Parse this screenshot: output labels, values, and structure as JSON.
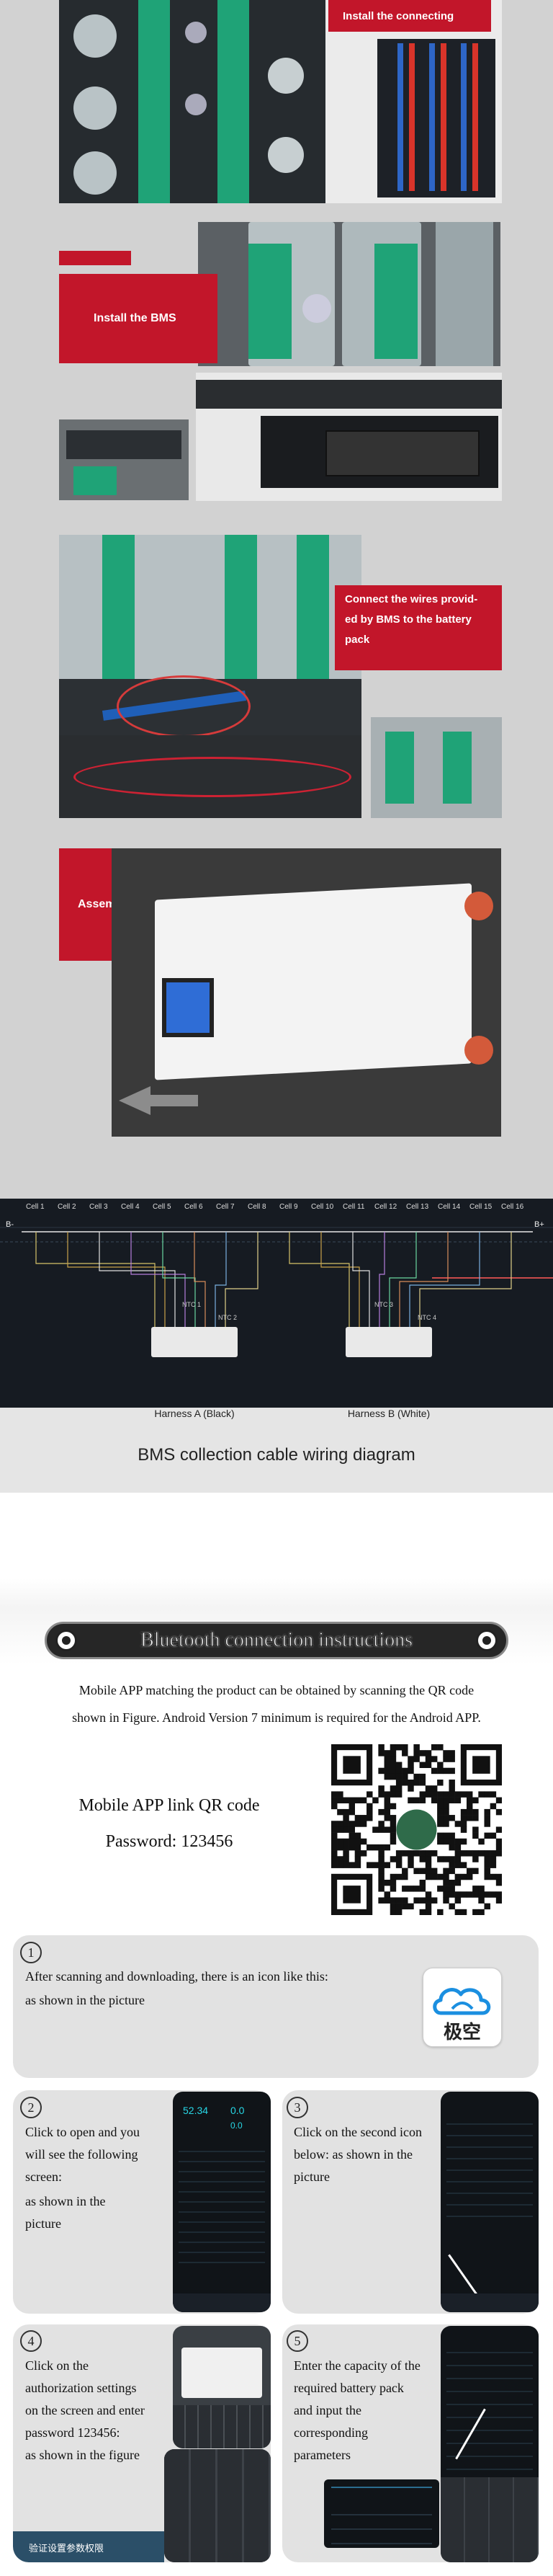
{
  "steps": {
    "connecting": "Install the connecting",
    "bms": "Install the BMS",
    "wires": "Connect the wires provid-\ned by BMS to the battery\npack",
    "assembly": "Assembly completed"
  },
  "diagram": {
    "b_minus": "B-",
    "b_plus": "B+",
    "cells": [
      "Cell 1",
      "Cell 2",
      "Cell 3",
      "Cell 4",
      "Cell 5",
      "Cell 6",
      "Cell 7",
      "Cell 8",
      "Cell 9",
      "Cell 10",
      "Cell 11",
      "Cell 12",
      "Cell 13",
      "Cell 14",
      "Cell 15",
      "Cell 16"
    ],
    "ntc": [
      "NTC 1",
      "NTC 2",
      "NTC 3",
      "NTC 4"
    ],
    "harness_a": "Harness A (Black)",
    "harness_b": "Harness B (White)",
    "caption": "BMS collection cable wiring diagram"
  },
  "bluetooth": {
    "title": "Bluetooth connection instructions",
    "intro_1": "Mobile APP matching the product can be obtained by scanning the QR code",
    "intro_2": "shown in Figure. Android Version 7 minimum is required for the Android APP.",
    "qr_label": "Mobile APP link QR code",
    "password": "Password: 123456"
  },
  "guide": {
    "step1": {
      "number": "1",
      "lines": [
        "After scanning and downloading, there is an icon like this:",
        "as shown in the picture"
      ],
      "app_name": "极空"
    },
    "step2": {
      "number": "2",
      "lines": [
        "Click to open and you",
        "will see the following",
        "screen:",
        "as shown in the",
        "picture"
      ]
    },
    "step3": {
      "number": "3",
      "lines": [
        "Click on the second icon",
        "below: as shown in the",
        "picture"
      ]
    },
    "step4": {
      "number": "4",
      "lines": [
        "Click on the",
        "authorization settings",
        "on the screen and enter",
        "password 123456:",
        "as shown in the figure"
      ],
      "footer": "验证设置参数权限"
    },
    "step5": {
      "number": "5",
      "lines": [
        "Enter the capacity of the",
        "required battery pack",
        "and input the",
        "corresponding",
        "parameters"
      ]
    }
  },
  "phone2": {
    "v1": "52.34",
    "v2": "0.0",
    "v3": "0.0"
  },
  "colors": {
    "red_label": "#c2162a",
    "busbar": "#1fa377",
    "diagram_bg": "#161b22"
  }
}
